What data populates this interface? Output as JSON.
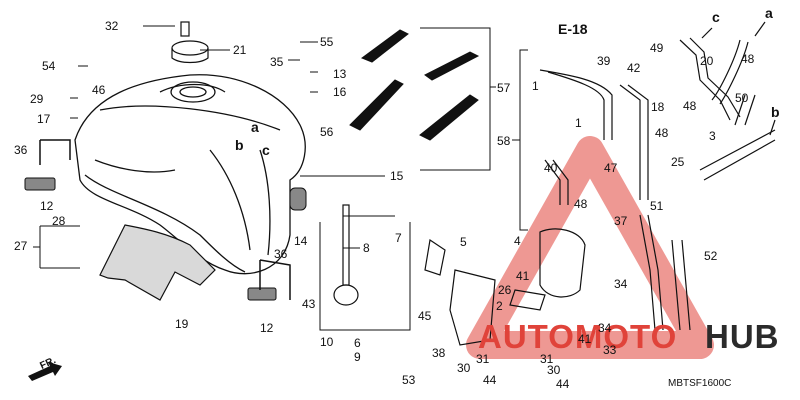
{
  "diagram": {
    "code": "MBTSF1600C",
    "front_marker": "FR.",
    "ref_label": "E-18",
    "watermark": {
      "part1": "AUTOMOTO",
      "part2": "HUB"
    },
    "callouts": [
      {
        "id": "c1",
        "text": "32"
      },
      {
        "id": "c2",
        "text": "21"
      },
      {
        "id": "c3",
        "text": "55"
      },
      {
        "id": "c4",
        "text": "54"
      },
      {
        "id": "c5",
        "text": "46"
      },
      {
        "id": "c6",
        "text": "35"
      },
      {
        "id": "c7",
        "text": "13"
      },
      {
        "id": "c8",
        "text": "29"
      },
      {
        "id": "c9",
        "text": "16"
      },
      {
        "id": "c10",
        "text": "17"
      },
      {
        "id": "c11",
        "text": "56"
      },
      {
        "id": "c12",
        "text": "57"
      },
      {
        "id": "c13",
        "text": "36"
      },
      {
        "id": "c14",
        "text": "12"
      },
      {
        "id": "c15",
        "text": "15"
      },
      {
        "id": "c16",
        "text": "28"
      },
      {
        "id": "c17",
        "text": "27"
      },
      {
        "id": "c18",
        "text": "14"
      },
      {
        "id": "c19",
        "text": "7"
      },
      {
        "id": "c20",
        "text": "8"
      },
      {
        "id": "c21",
        "text": "19"
      },
      {
        "id": "c22",
        "text": "36"
      },
      {
        "id": "c23",
        "text": "12"
      },
      {
        "id": "c24",
        "text": "43"
      },
      {
        "id": "c25",
        "text": "10"
      },
      {
        "id": "c26",
        "text": "6"
      },
      {
        "id": "c27",
        "text": "9"
      },
      {
        "id": "c28",
        "text": "58"
      },
      {
        "id": "c29",
        "text": "1"
      },
      {
        "id": "c30",
        "text": "1"
      },
      {
        "id": "c31",
        "text": "39"
      },
      {
        "id": "c32",
        "text": "42"
      },
      {
        "id": "c33",
        "text": "18"
      },
      {
        "id": "c34",
        "text": "40"
      },
      {
        "id": "c35",
        "text": "47"
      },
      {
        "id": "c36",
        "text": "48"
      },
      {
        "id": "c37",
        "text": "4"
      },
      {
        "id": "c38",
        "text": "5"
      },
      {
        "id": "c39",
        "text": "41"
      },
      {
        "id": "c40",
        "text": "26"
      },
      {
        "id": "c41",
        "text": "2"
      },
      {
        "id": "c42",
        "text": "37"
      },
      {
        "id": "c43",
        "text": "34"
      },
      {
        "id": "c44",
        "text": "45"
      },
      {
        "id": "c45",
        "text": "38"
      },
      {
        "id": "c46",
        "text": "53"
      },
      {
        "id": "c47",
        "text": "31"
      },
      {
        "id": "c48",
        "text": "31"
      },
      {
        "id": "c49",
        "text": "30"
      },
      {
        "id": "c50",
        "text": "30"
      },
      {
        "id": "c51",
        "text": "44"
      },
      {
        "id": "c52",
        "text": "44"
      },
      {
        "id": "c53",
        "text": "34"
      },
      {
        "id": "c54",
        "text": "33"
      },
      {
        "id": "c55",
        "text": "41"
      },
      {
        "id": "c56",
        "text": "49"
      },
      {
        "id": "c57",
        "text": "20"
      },
      {
        "id": "c58",
        "text": "48"
      },
      {
        "id": "c59",
        "text": "50"
      },
      {
        "id": "c60",
        "text": "48"
      },
      {
        "id": "c61",
        "text": "3"
      },
      {
        "id": "c62",
        "text": "25"
      },
      {
        "id": "c63",
        "text": "51"
      },
      {
        "id": "c64",
        "text": "52"
      },
      {
        "id": "c65",
        "text": "48"
      }
    ],
    "letter_marks": [
      {
        "id": "l1",
        "text": "a"
      },
      {
        "id": "l2",
        "text": "b"
      },
      {
        "id": "l3",
        "text": "c"
      },
      {
        "id": "l4",
        "text": "c"
      },
      {
        "id": "l5",
        "text": "a"
      },
      {
        "id": "l6",
        "text": "b"
      }
    ],
    "accent_colors": {
      "watermark_red": "#e0433a",
      "watermark_dark": "#2b2b2b",
      "line": "#111111"
    }
  }
}
